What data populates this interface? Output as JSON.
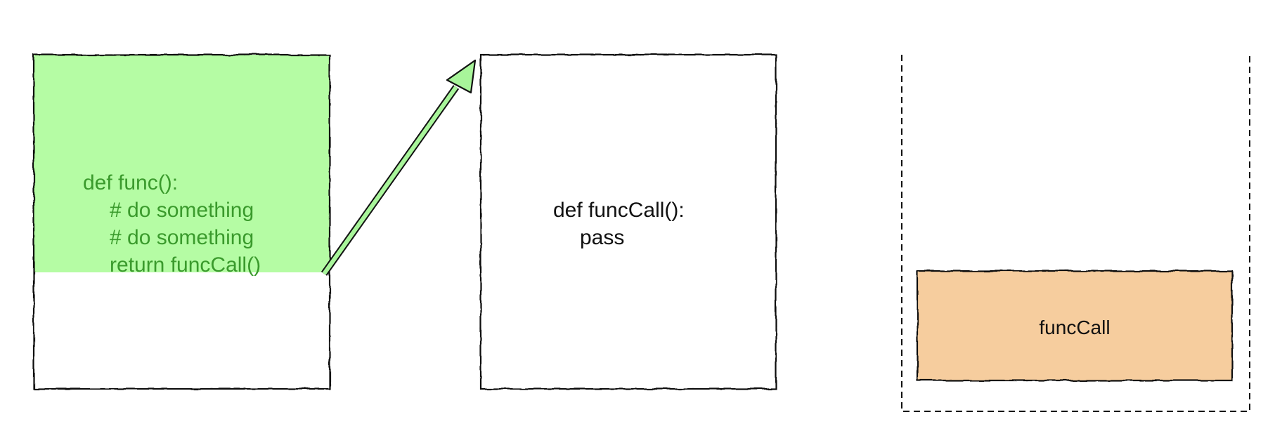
{
  "caller_box": {
    "lines": [
      "def func():",
      "# do something",
      "# do something",
      "return funcCall()"
    ],
    "text_color": "#3a9a2c",
    "highlight_color": "#b5fca4"
  },
  "callee_box": {
    "lines": [
      "def funcCall():",
      "pass"
    ],
    "text_color": "#111111"
  },
  "arrow": {
    "color": "#a8f59a",
    "from": "caller_box",
    "to": "callee_box"
  },
  "call_stack": {
    "frames": [
      {
        "label": "funcCall",
        "color": "#f6cd9e"
      }
    ]
  }
}
